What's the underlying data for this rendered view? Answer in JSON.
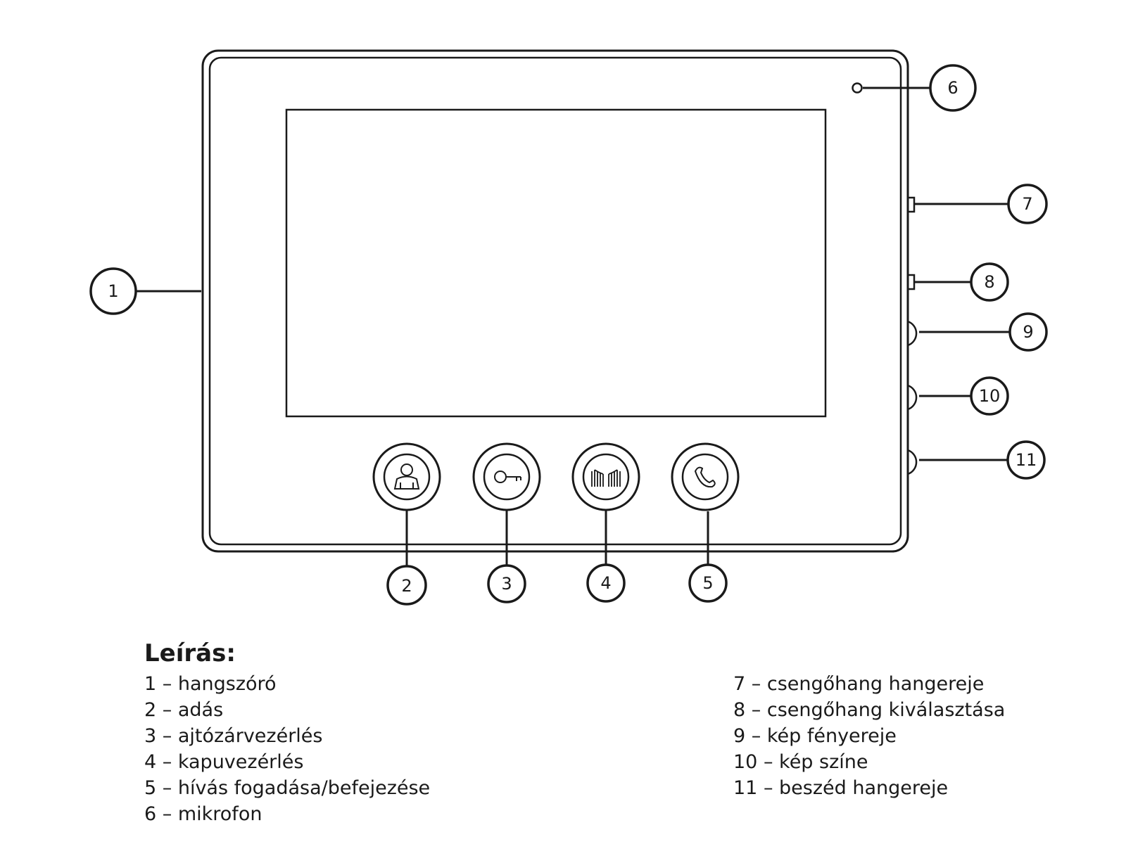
{
  "callouts": [
    "1",
    "2",
    "3",
    "4",
    "5",
    "6",
    "7",
    "8",
    "9",
    "10",
    "11"
  ],
  "front_buttons": [
    {
      "icon": "person-icon"
    },
    {
      "icon": "key-icon"
    },
    {
      "icon": "gate-icon"
    },
    {
      "icon": "phone-handset-icon"
    }
  ],
  "legend": {
    "title": "Leírás:",
    "left_items": [
      "1 – hangszóró",
      "2 – adás",
      "3 – ajtózárvezérlés",
      "4 – kapuvezérlés",
      "5 – hívás fogadása/befejezése",
      "6 – mikrofon"
    ],
    "right_items": [
      "7 – csengőhang hangereje",
      "8 – csengőhang kiválasztása",
      "9 – kép fényereje",
      "10 – kép színe",
      "11 – beszéd hangereje"
    ]
  },
  "colors": {
    "line": "#1a1a1a",
    "background": "#ffffff"
  }
}
